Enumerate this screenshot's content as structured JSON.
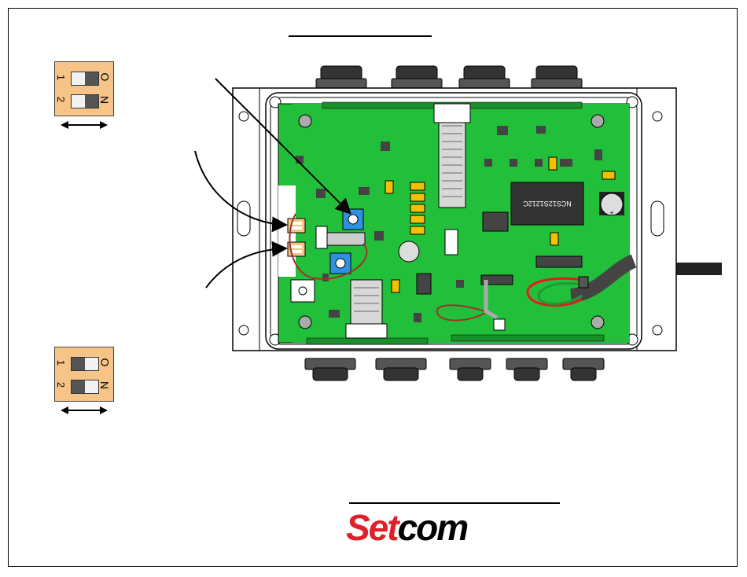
{
  "brand": {
    "part1": "Set",
    "part2": "com"
  },
  "dip_switch_top": {
    "numbers": [
      "1",
      "2"
    ],
    "on_letters": [
      "O",
      "N"
    ],
    "position": "ON"
  },
  "dip_switch_bottom": {
    "numbers": [
      "1",
      "2"
    ],
    "on_letters": [
      "O",
      "N"
    ],
    "position": "OFF"
  },
  "chip_label": "NCS12S1212C",
  "colors": {
    "pcb": "#22c03a",
    "enclosure": "#ffffff",
    "switch_body": "#f7c488",
    "logo_red": "#e0202a",
    "wire_red": "#e21b1b",
    "potentiometer": "#2f8fe0",
    "capacitor": "#f2c200"
  }
}
